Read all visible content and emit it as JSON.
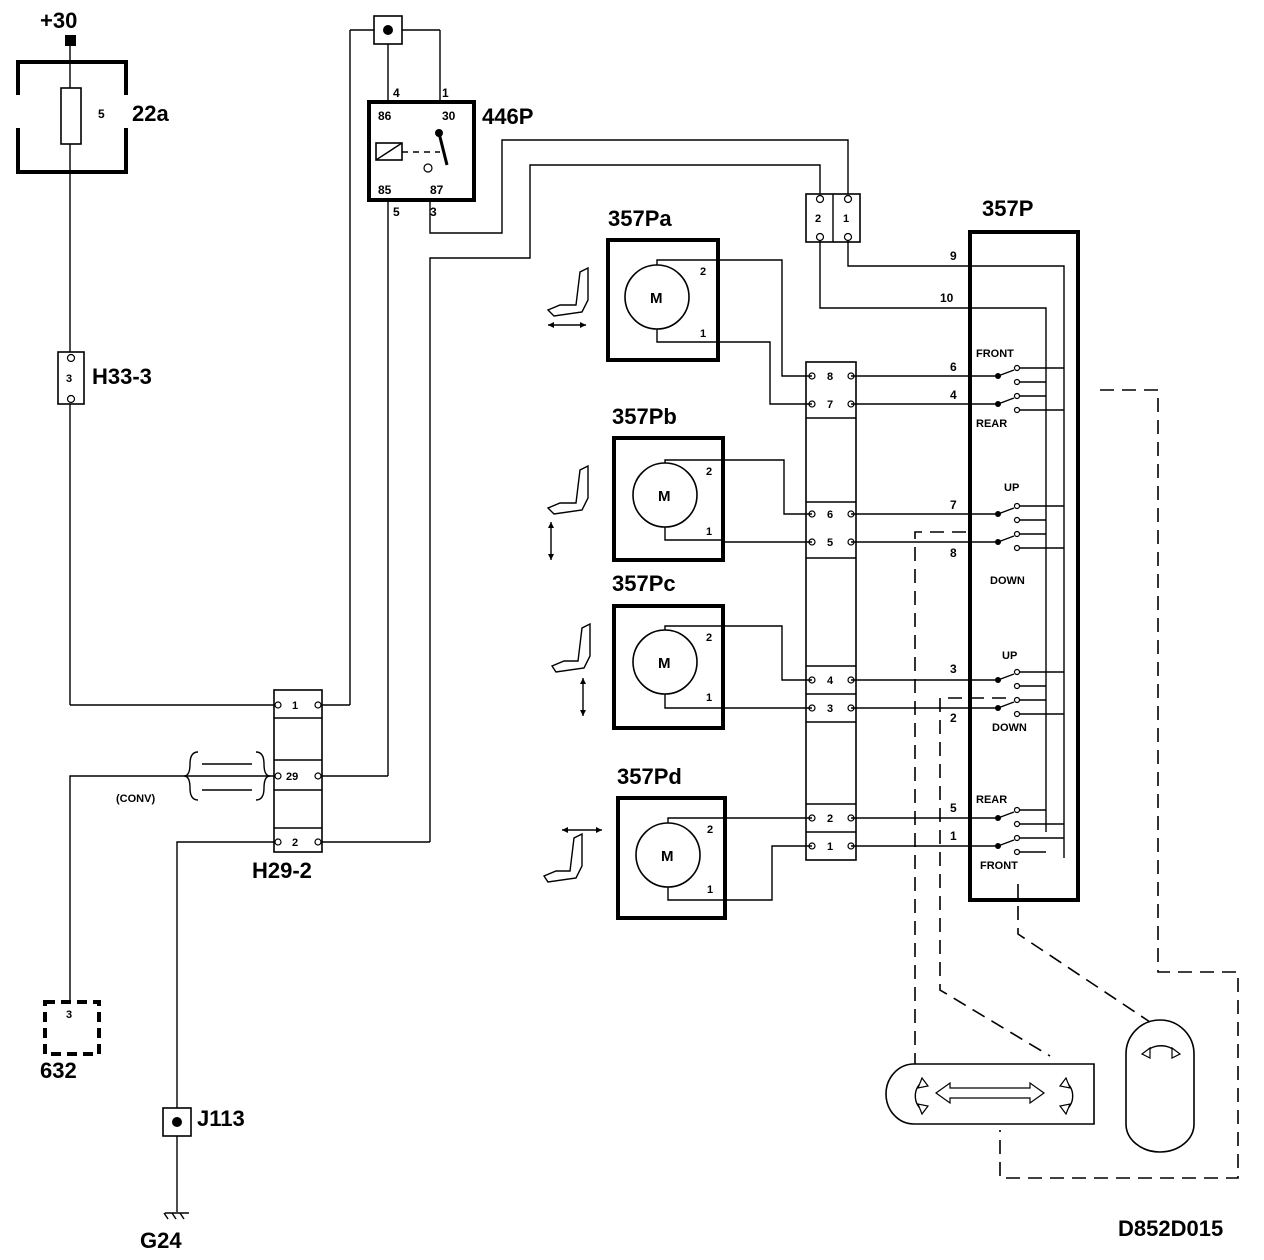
{
  "supply": {
    "label": "+30"
  },
  "fuse": {
    "id": "22a",
    "number": "5"
  },
  "relay": {
    "id": "446P",
    "pins": [
      "86",
      "30",
      "85",
      "87"
    ],
    "terminals": [
      "4",
      "1",
      "5",
      "3"
    ]
  },
  "connectors": {
    "h33": {
      "id": "H33-3",
      "pin": "3"
    },
    "h29": {
      "id": "H29-2",
      "pins": [
        "1",
        "29",
        "2"
      ],
      "conv_label": "(CONV)"
    },
    "c632": {
      "id": "632",
      "pin": "3"
    },
    "j113": {
      "id": "J113"
    },
    "ground": {
      "id": "G24"
    },
    "top2pin": {
      "pins": [
        "2",
        "1"
      ]
    },
    "seat_block": {
      "pins": [
        "8",
        "7",
        "6",
        "5",
        "4",
        "3",
        "2",
        "1"
      ]
    }
  },
  "motors": [
    {
      "id": "357Pa",
      "symbol": "M",
      "pins": [
        "2",
        "1"
      ]
    },
    {
      "id": "357Pb",
      "symbol": "M",
      "pins": [
        "2",
        "1"
      ]
    },
    {
      "id": "357Pc",
      "symbol": "M",
      "pins": [
        "2",
        "1"
      ]
    },
    {
      "id": "357Pd",
      "symbol": "M",
      "pins": [
        "2",
        "1"
      ]
    }
  ],
  "switch_unit": {
    "id": "357P",
    "pins": [
      "9",
      "10",
      "6",
      "4",
      "7",
      "8",
      "3",
      "2",
      "5",
      "1"
    ],
    "labels": [
      "FRONT",
      "REAR",
      "UP",
      "DOWN",
      "UP",
      "DOWN",
      "REAR",
      "FRONT"
    ]
  },
  "diagram_code": "D852D015"
}
